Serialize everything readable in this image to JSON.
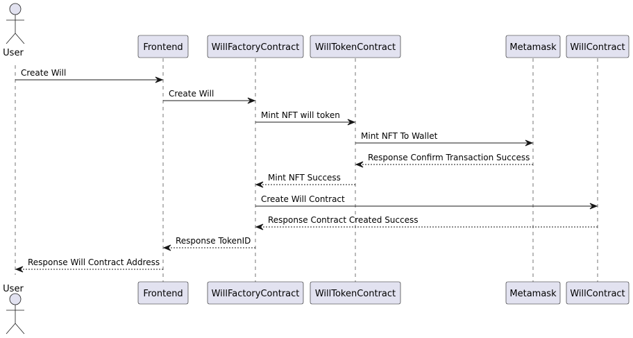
{
  "diagram": {
    "type": "sequence",
    "actor": {
      "name": "User"
    },
    "participants": [
      {
        "id": "frontend",
        "name": "Frontend"
      },
      {
        "id": "factory",
        "name": "WillFactoryContract"
      },
      {
        "id": "token",
        "name": "WillTokenContract"
      },
      {
        "id": "metamask",
        "name": "Metamask"
      },
      {
        "id": "will",
        "name": "WillContract"
      }
    ],
    "messages": [
      {
        "from": "user",
        "to": "frontend",
        "label": "Create Will",
        "style": "solid"
      },
      {
        "from": "frontend",
        "to": "factory",
        "label": "Create Will",
        "style": "solid"
      },
      {
        "from": "factory",
        "to": "token",
        "label": "Mint NFT will token",
        "style": "solid"
      },
      {
        "from": "token",
        "to": "metamask",
        "label": "Mint NFT To Wallet",
        "style": "solid"
      },
      {
        "from": "metamask",
        "to": "token",
        "label": "Response Confirm Transaction Success",
        "style": "dashed"
      },
      {
        "from": "token",
        "to": "factory",
        "label": "Mint NFT Success",
        "style": "dashed"
      },
      {
        "from": "factory",
        "to": "will",
        "label": "Create Will Contract",
        "style": "solid"
      },
      {
        "from": "will",
        "to": "factory",
        "label": "Response Contract Created Success",
        "style": "dashed"
      },
      {
        "from": "factory",
        "to": "frontend",
        "label": "Response TokenID",
        "style": "dashed"
      },
      {
        "from": "frontend",
        "to": "user",
        "label": "Response Will Contract Address",
        "style": "dashed"
      }
    ],
    "colors": {
      "participant_fill": "#E2E2F0",
      "participant_border": "#181818",
      "lifeline": "#181818",
      "arrow": "#181818"
    }
  }
}
